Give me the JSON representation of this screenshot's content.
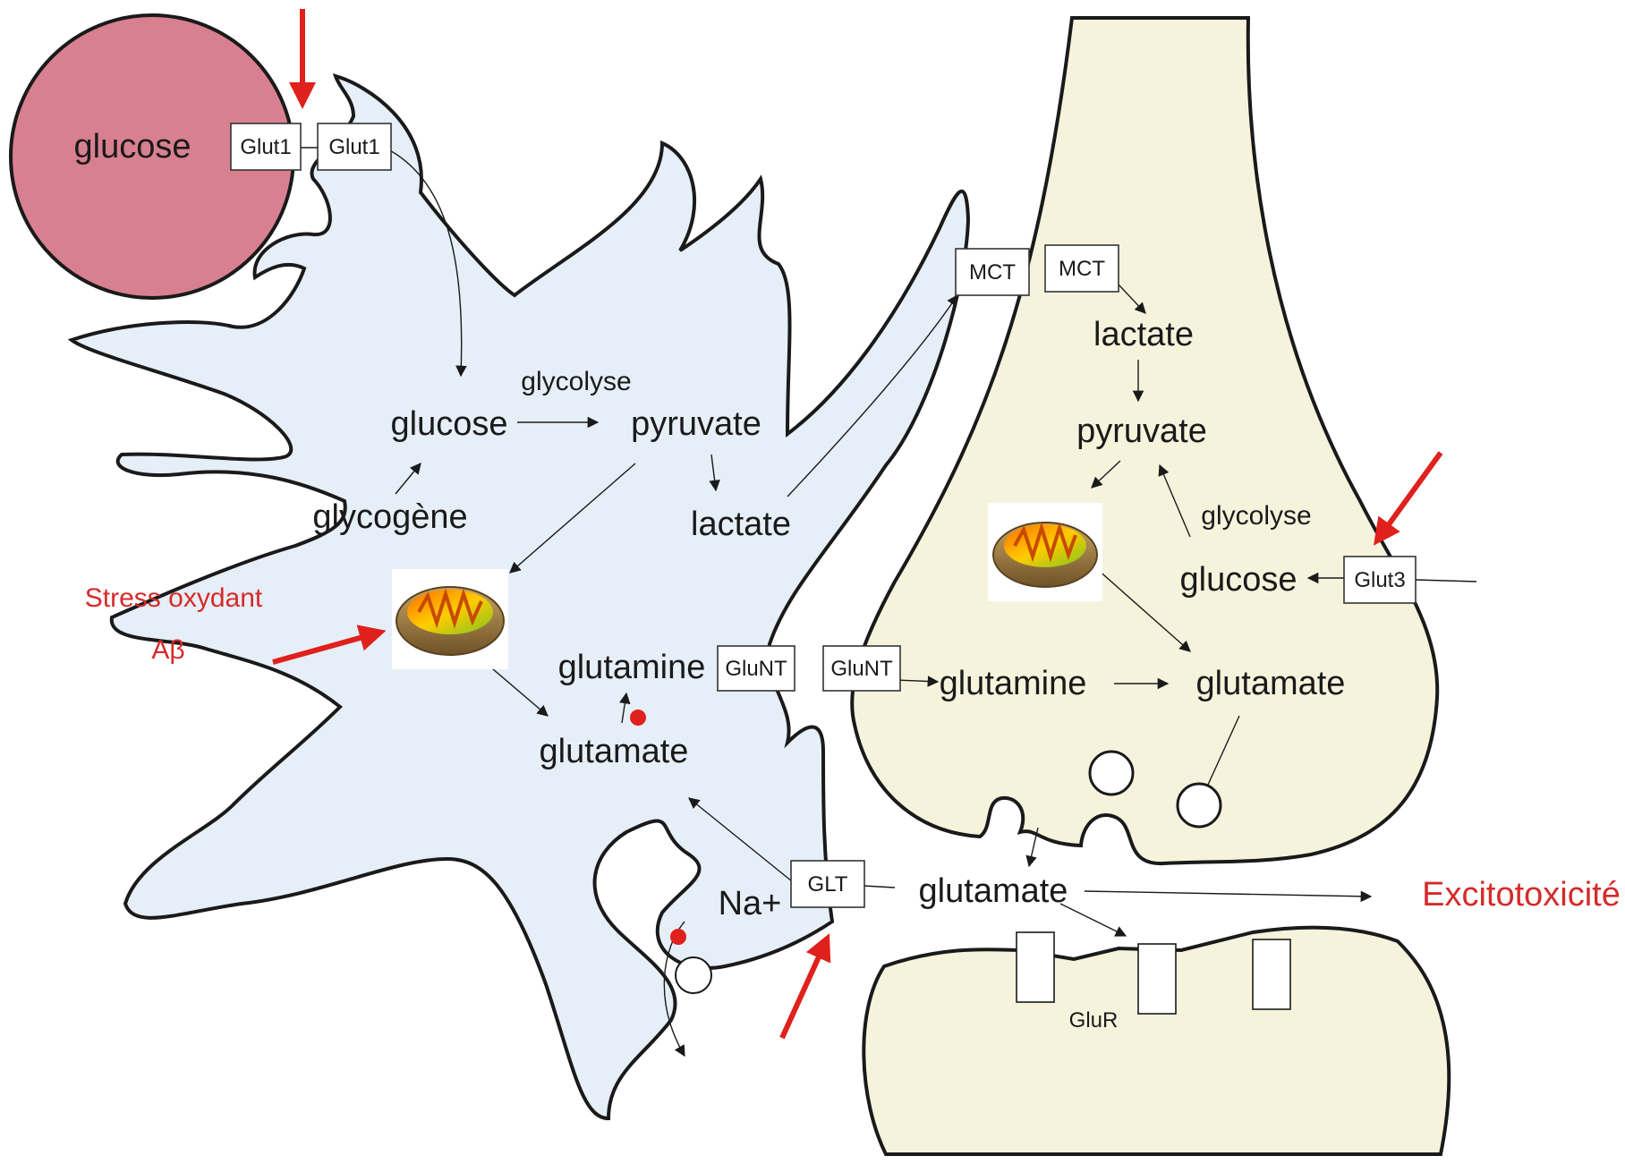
{
  "colors": {
    "astrocyte": "#e6eef8",
    "neuron": "#f6f3dd",
    "blood_vessel": "#d98090",
    "outline": "#1a1a1a",
    "alert_red": "#d62a2a",
    "arrow_red": "#e0201c"
  },
  "blood_vessel": {
    "label": "glucose"
  },
  "transporters": {
    "glut1_vessel": "Glut1",
    "glut1_astro": "Glut1",
    "mct_astro": "MCT",
    "mct_neuron": "MCT",
    "glunt_astro": "GluNT",
    "glunt_neuron": "GluNT",
    "glt": "GLT",
    "glut3": "Glut3"
  },
  "astrocyte": {
    "glucose": "glucose",
    "glycolyse": "glycolyse",
    "pyruvate": "pyruvate",
    "glycogene": "glycogène",
    "lactate": "lactate",
    "glutamine": "glutamine",
    "glutamate": "glutamate",
    "sodium": "Na+"
  },
  "neuron": {
    "lactate": "lactate",
    "pyruvate": "pyruvate",
    "glycolyse": "glycolyse",
    "glucose": "glucose",
    "glutamine": "glutamine",
    "glutamate": "glutamate"
  },
  "synapse": {
    "glutamate": "glutamate",
    "receptor": "GluR",
    "excitotoxicity": "Excitotoxicité"
  },
  "stress": {
    "oxidative": "Stress oxydant",
    "abeta": "Aβ"
  },
  "icons": [
    "mitochondria-icon",
    "red-arrow-icon",
    "vesicle-icon",
    "sodium-ion-icon"
  ]
}
